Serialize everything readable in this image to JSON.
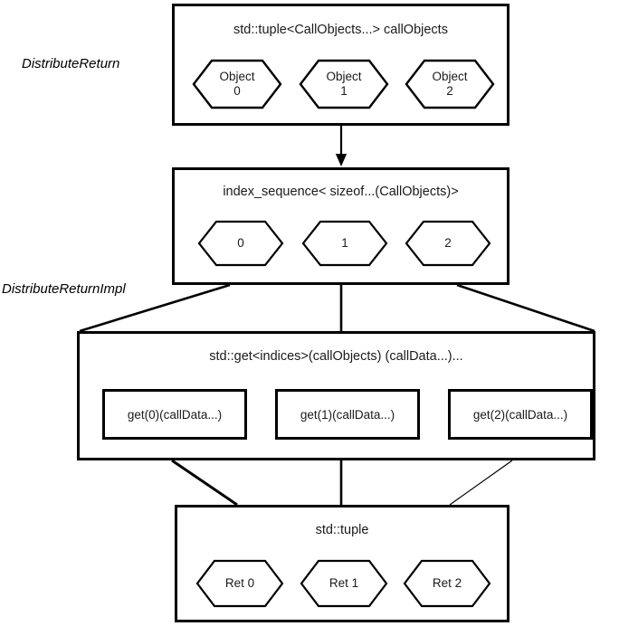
{
  "diagram": {
    "side_labels": [
      {
        "name": "distribute-return",
        "text": "DistributeReturn"
      },
      {
        "name": "distribute-return-impl",
        "text": "DistributeReturnImpl"
      }
    ],
    "groups": [
      {
        "id": "call-objects-group",
        "title": "std::tuple<CallObjects...> callObjects",
        "nodes": [
          {
            "label": "Object\n0"
          },
          {
            "label": "Object\n1"
          },
          {
            "label": "Object\n2"
          }
        ]
      },
      {
        "id": "index-sequence-group",
        "title": "index_sequence< sizeof...(CallObjects)>",
        "nodes": [
          {
            "label": "0"
          },
          {
            "label": "1"
          },
          {
            "label": "2"
          }
        ]
      },
      {
        "id": "std-get-group",
        "title": "std::get<indices>(callObjects) (callData...)...",
        "nodes": [
          {
            "label": "get(0)(callData...)"
          },
          {
            "label": "get(1)(callData...)"
          },
          {
            "label": "get(2)(callData...)"
          }
        ]
      },
      {
        "id": "result-tuple-group",
        "title": "std::tuple",
        "nodes": [
          {
            "label": "Ret 0"
          },
          {
            "label": "Ret 1"
          },
          {
            "label": "Ret 2"
          }
        ]
      }
    ],
    "colors": {
      "stroke": "#000000",
      "text": "#1a1a1a",
      "background": "#ffffff"
    }
  }
}
